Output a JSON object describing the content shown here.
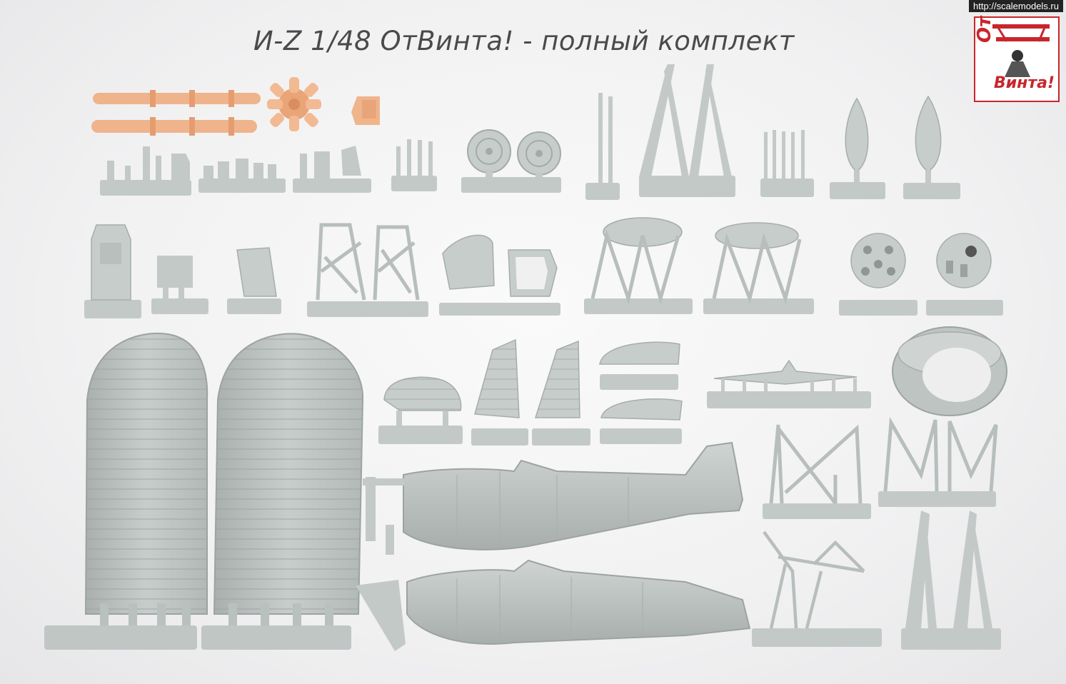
{
  "title": "И-Z  1/48  ОтВинта! - полный комплект",
  "source_url": "http://scalemodels.ru",
  "logo": {
    "line1": "От",
    "line2": "Винта!"
  },
  "colors": {
    "background": "#f2f2f3",
    "resin_gray": "#c2c8c6",
    "resin_shade": "#9ca3a1",
    "resin_orange": "#f0b38a",
    "logo_red": "#c8262c",
    "title_text": "#4a4a4a"
  }
}
